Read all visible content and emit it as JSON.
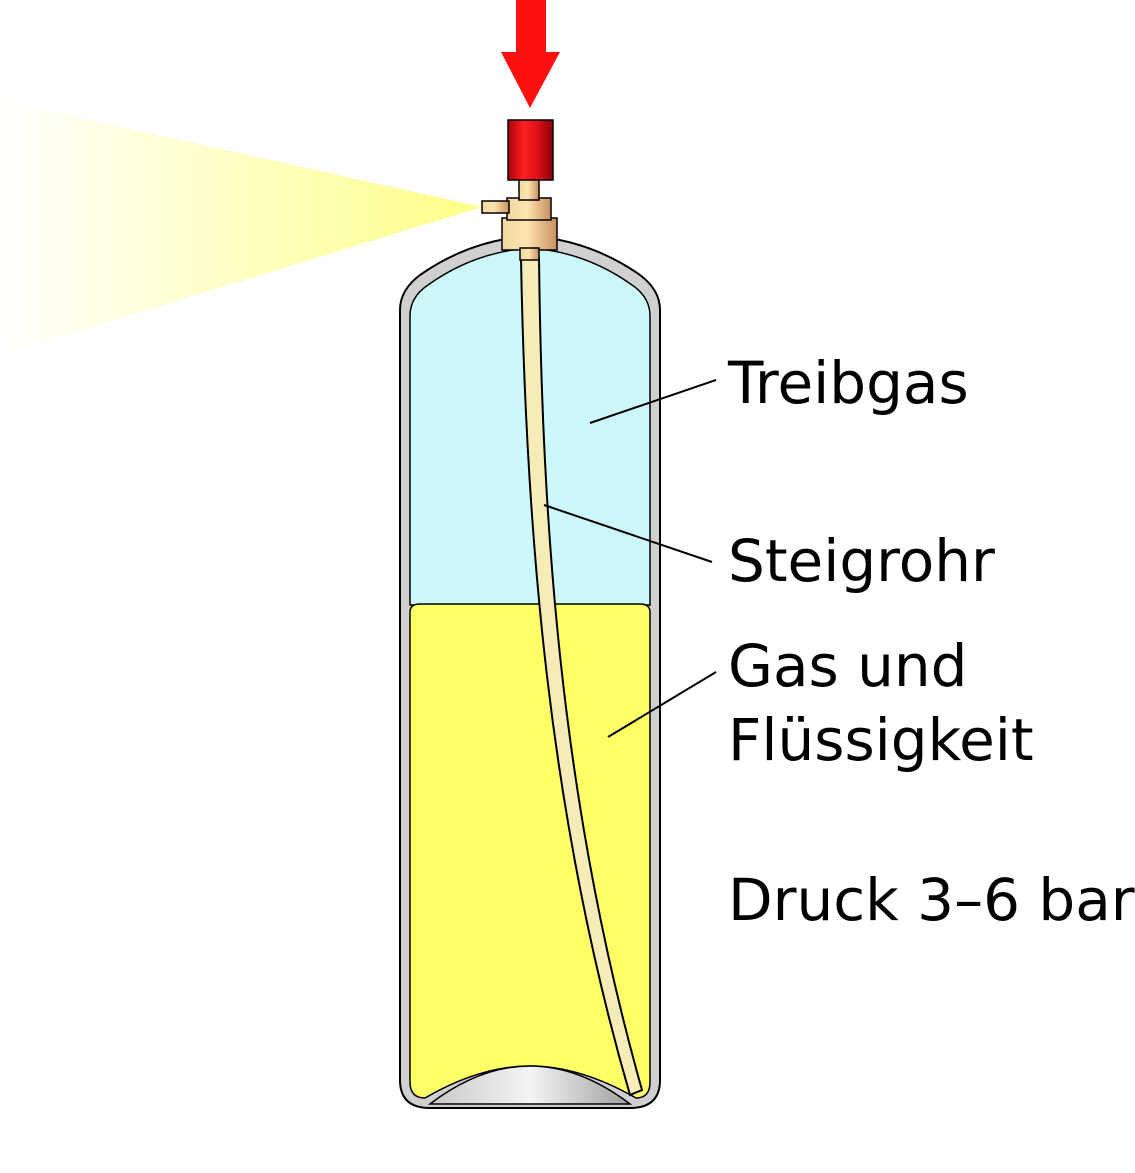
{
  "labels": {
    "treibgas": "Treibgas",
    "steigrohr": "Steigrohr",
    "gas_line1": "Gas und",
    "gas_line2": "Flüssigkeit",
    "druck": "Druck 3–6 bar"
  },
  "colors": {
    "gas_region": "#ccf8fb",
    "liquid_region": "#ffff66",
    "can_wall": "#d0d0d0",
    "pressure_arrow": "#ff1010",
    "actuator_cap": "#e0101a",
    "valve_brass": "#e8c890",
    "spray_cone": "#ffff99",
    "dip_tube": "#f5ecb8"
  },
  "icons": {
    "press_arrow": "arrow-down",
    "spray": "spray-cone"
  }
}
